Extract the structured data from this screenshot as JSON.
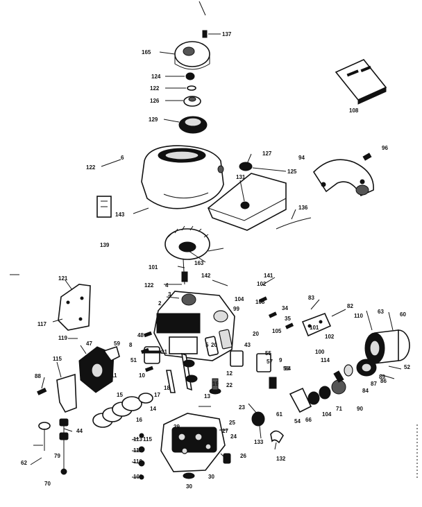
{
  "diagram": {
    "part_numbers": [
      "137",
      "165",
      "124",
      "122",
      "126",
      "129",
      "108",
      "127",
      "94",
      "96",
      "122",
      "6",
      "125",
      "131",
      "143",
      "136",
      "139",
      "101",
      "163",
      "142",
      "141",
      "102",
      "121",
      "122",
      "4",
      "3",
      "2",
      "104",
      "99",
      "108",
      "34",
      "83",
      "82",
      "117",
      "119",
      "47",
      "35",
      "101",
      "102",
      "110",
      "63",
      "60",
      "59",
      "5",
      "20",
      "105",
      "100",
      "114",
      "115",
      "48",
      "8",
      "9",
      "56",
      "52",
      "86",
      "88",
      "51",
      "21",
      "43",
      "55",
      "57",
      "64",
      "84",
      "87",
      "89",
      "10",
      "6",
      "11",
      "15",
      "17",
      "18",
      "13",
      "19",
      "22",
      "23",
      "12",
      "14",
      "20",
      "27",
      "16",
      "61",
      "54",
      "66",
      "104",
      "71",
      "90",
      "44",
      "25",
      "24",
      "26",
      "133",
      "132",
      "113",
      "115",
      "111",
      "110",
      "108",
      "29",
      "30",
      "30",
      "62",
      "70",
      "79"
    ]
  }
}
